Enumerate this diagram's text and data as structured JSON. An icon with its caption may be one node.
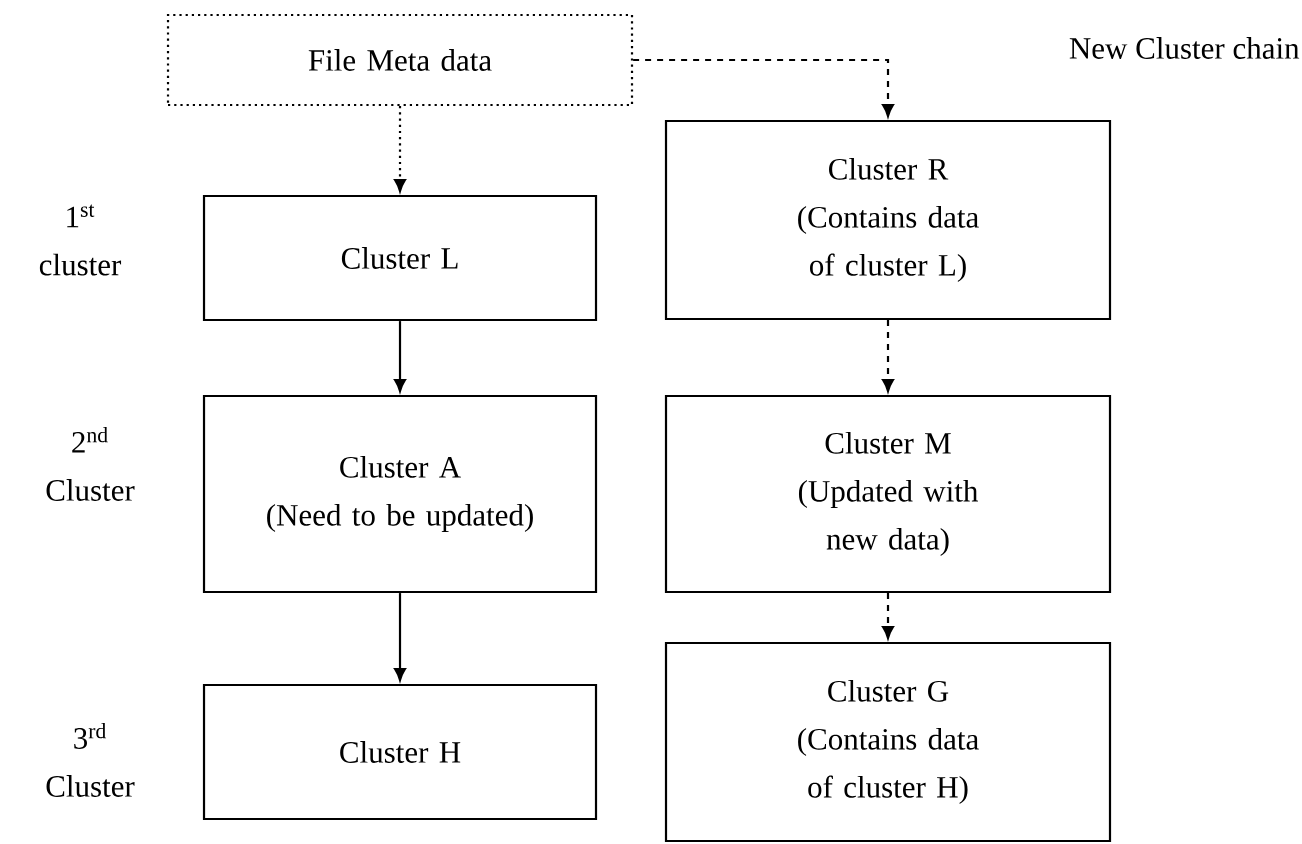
{
  "diagram": {
    "nodes": [
      {
        "text": [
          "File Meta data"
        ]
      },
      {
        "text": [
          "Cluster L"
        ]
      },
      {
        "text": [
          "Cluster A",
          "(Need to be updated)"
        ]
      },
      {
        "text": [
          "Cluster H"
        ]
      },
      {
        "text": [
          "Cluster R",
          "(Contains data of cluster L)"
        ]
      },
      {
        "text": [
          "Cluster M",
          "(Updated with new data)"
        ]
      },
      {
        "text": [
          "Cluster G",
          "(Contains data of cluster H)"
        ]
      }
    ],
    "edges": [
      {
        "from": 0,
        "to": 1,
        "arrow": "to",
        "style": "dashed"
      },
      {
        "from": 1,
        "to": 2,
        "arrow": "to"
      },
      {
        "from": 2,
        "to": 3,
        "arrow": "to"
      },
      {
        "from": 0,
        "to": 4,
        "arrow": "to",
        "style": "dashed"
      },
      {
        "from": 4,
        "to": 5,
        "arrow": "to",
        "style": "dashed"
      },
      {
        "from": 5,
        "to": 6,
        "arrow": "to",
        "style": "dashed"
      }
    ],
    "labels": [
      "New Cluster chain",
      "1$^{st}$ cluster",
      "2$^{nd}$ Cluster",
      "3$^{rd}$ Cluster"
    ]
  }
}
